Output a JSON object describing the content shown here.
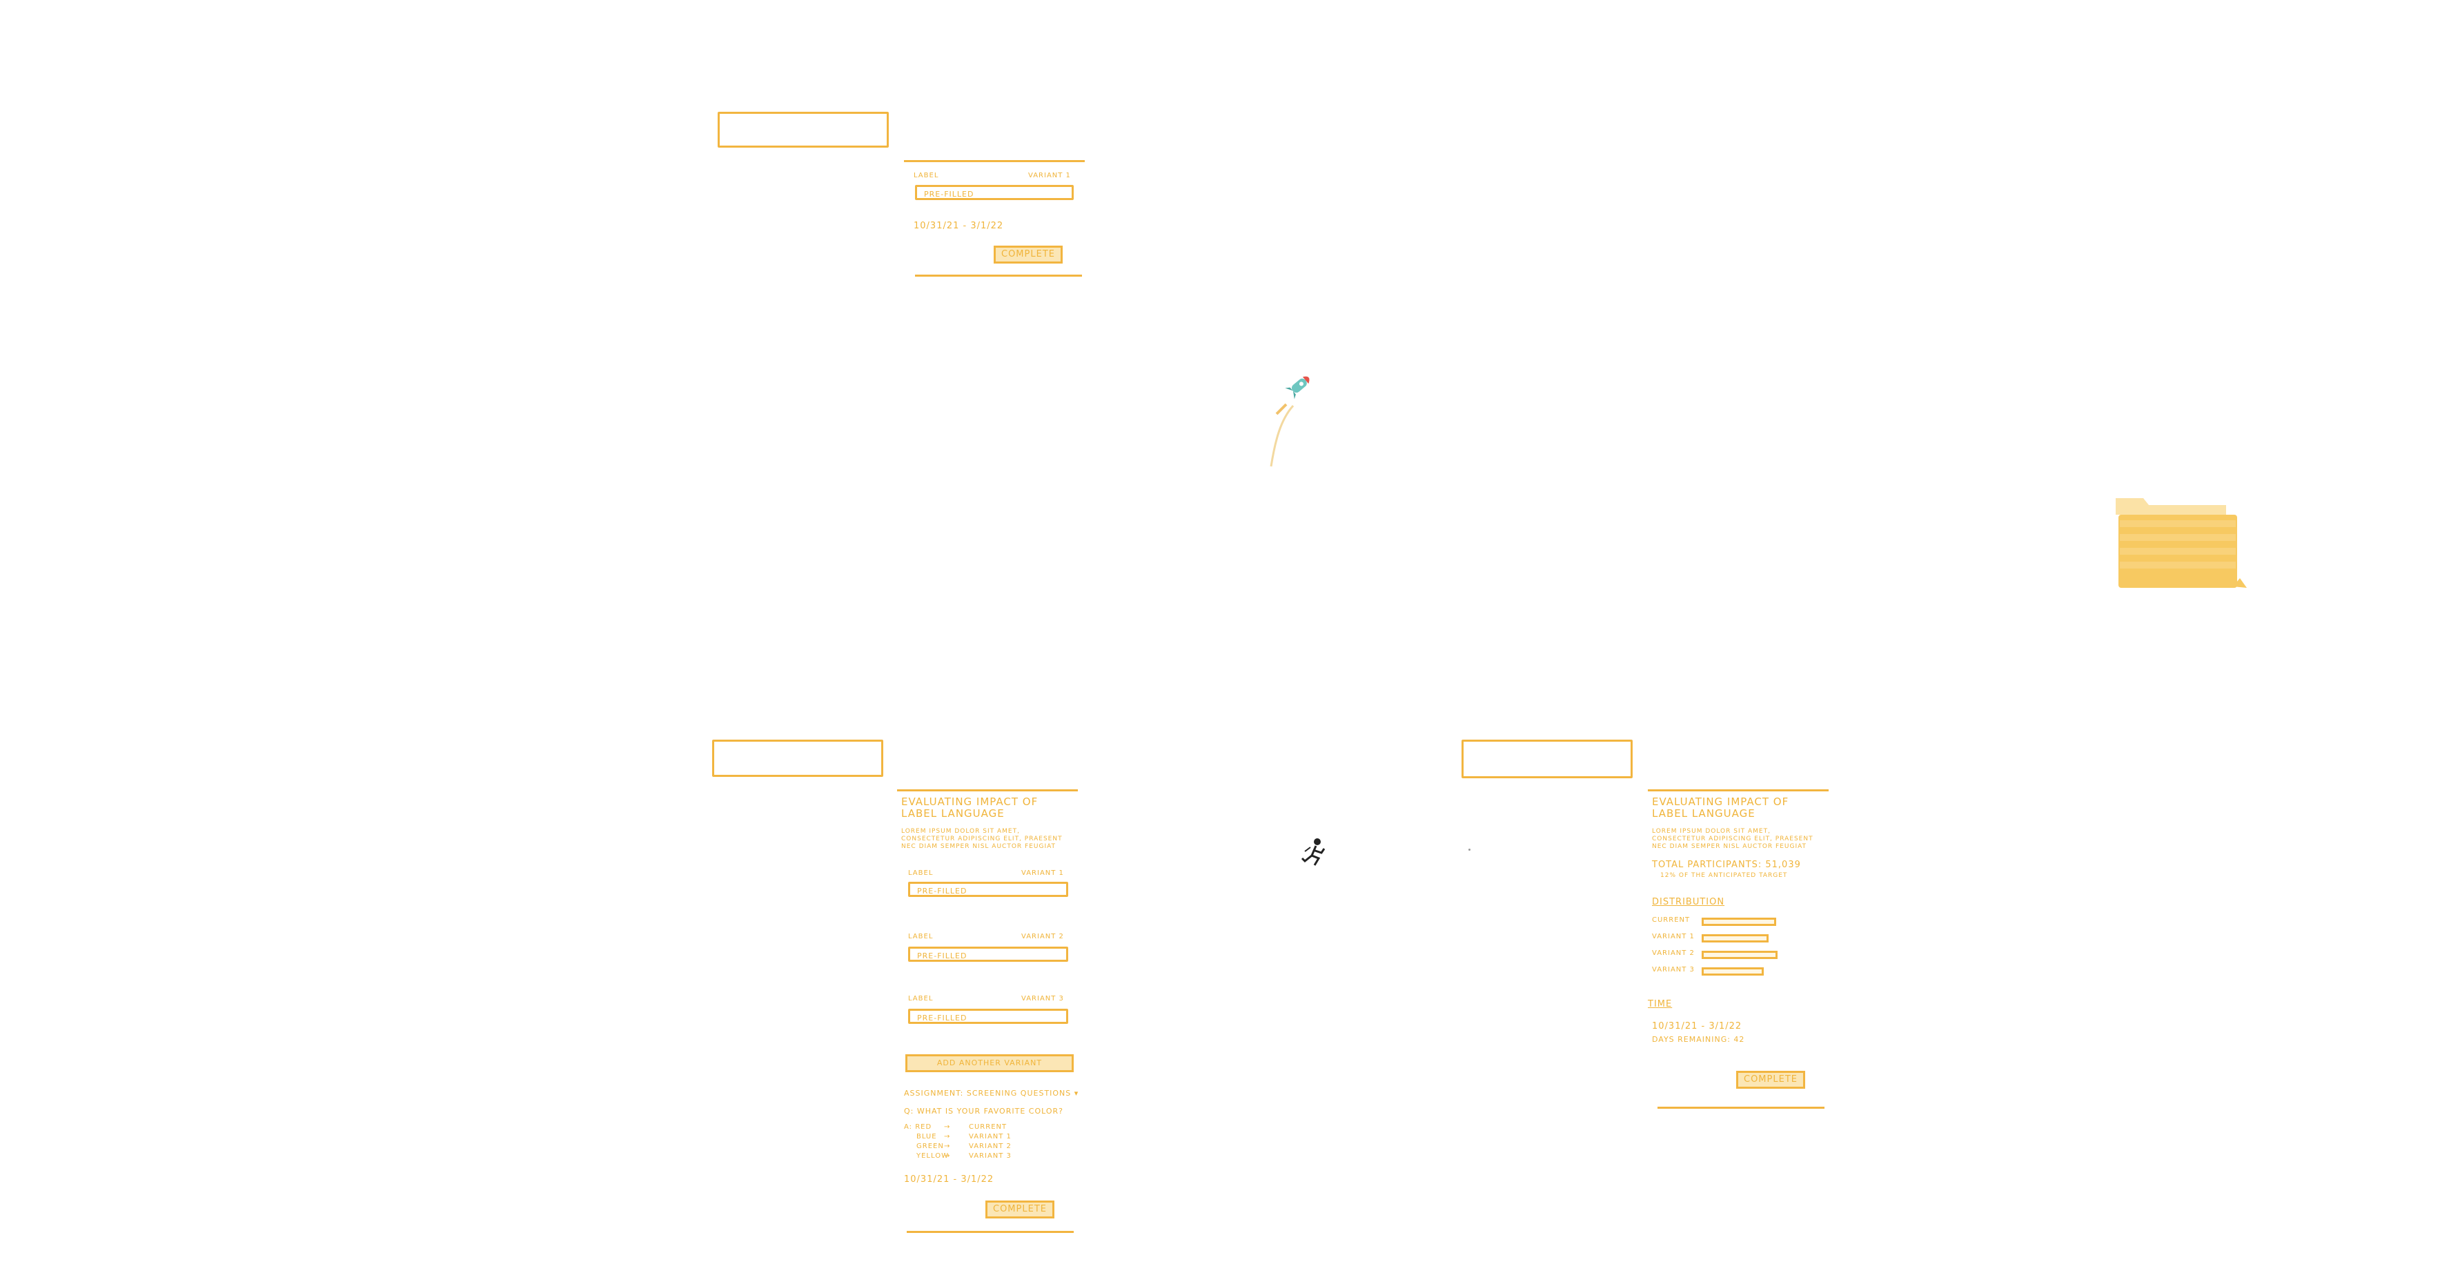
{
  "panel_a": {
    "label": "LABEL",
    "variant": "VARIANT 1",
    "field": "PRE-FILLED",
    "dates": "10/31/21 - 3/1/22",
    "complete": "COMPLETE"
  },
  "panel_b": {
    "title": "EVALUATING IMPACT OF LABEL LANGUAGE",
    "desc": "LOREM IPSUM DOLOR SIT AMET, CONSECTETUR ADIPISCING ELIT, PRAESENT NEC DIAM SEMPER NISL AUCTOR FEUGIAT",
    "variants": [
      {
        "label": "LABEL",
        "variant": "VARIANT 1",
        "field": "PRE-FILLED"
      },
      {
        "label": "LABEL",
        "variant": "VARIANT 2",
        "field": "PRE-FILLED"
      },
      {
        "label": "LABEL",
        "variant": "VARIANT 3",
        "field": "PRE-FILLED"
      }
    ],
    "add_variant": "ADD ANOTHER VARIANT",
    "assignment": "ASSIGNMENT:   SCREENING QUESTIONS ▾",
    "question": "Q: WHAT IS YOUR FAVORITE COLOR?",
    "answers": [
      {
        "a": "A: RED",
        "v": "CURRENT"
      },
      {
        "a": "BLUE",
        "v": "VARIANT 1"
      },
      {
        "a": "GREEN",
        "v": "VARIANT 2"
      },
      {
        "a": "YELLOW",
        "v": "VARIANT 3"
      }
    ],
    "arrow": "→",
    "dates": "10/31/21 - 3/1/22",
    "complete": "COMPLETE"
  },
  "panel_c": {
    "title": "EVALUATING IMPACT OF LABEL LANGUAGE",
    "desc": "LOREM IPSUM DOLOR SIT AMET, CONSECTETUR ADIPISCING ELIT, PRAESENT NEC DIAM SEMPER NISL AUCTOR FEUGIAT",
    "participants": "TOTAL PARTICIPANTS: 51,039",
    "participants_sub": "12% OF THE ANTICIPATED TARGET",
    "distribution_heading": "DISTRIBUTION",
    "distribution": [
      {
        "label": "CURRENT",
        "value": 0.98
      },
      {
        "label": "VARIANT 1",
        "value": 0.88
      },
      {
        "label": "VARIANT 2",
        "value": 1.0
      },
      {
        "label": "VARIANT 3",
        "value": 0.82
      }
    ],
    "time_heading": "TIME",
    "dates": "10/31/21 - 3/1/22",
    "days_remaining": "DAYS REMAINING: 42",
    "complete": "COMPLETE"
  },
  "icons": {
    "rocket": "rocket-icon",
    "folder": "folder-icon",
    "runner": "running-figure-icon"
  },
  "colors": {
    "accent": "#f2b540",
    "fill": "#fbe6b5",
    "rocket_body": "#6ec6c0",
    "rocket_tip": "#e5534b"
  }
}
